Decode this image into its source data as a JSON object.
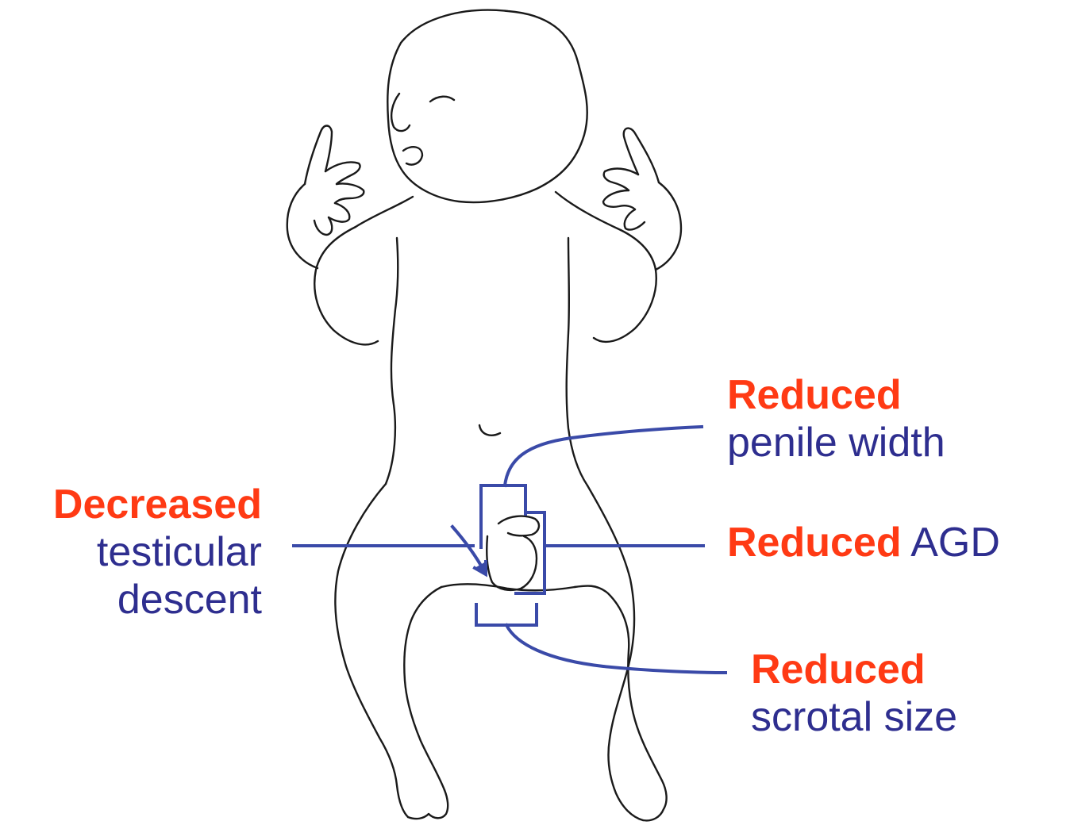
{
  "colors": {
    "outline": "#1a1a1a",
    "annotation_line": "#3a4aa8",
    "emphasis_text": "#ff3a14",
    "body_text": "#2e2e8f"
  },
  "labels": {
    "penile_width": {
      "emphasis": "Reduced",
      "rest": "penile width"
    },
    "agd": {
      "emphasis": "Reduced",
      "rest": "AGD"
    },
    "scrotal_size": {
      "emphasis": "Reduced",
      "rest": "scrotal size"
    },
    "testicular_descent": {
      "emphasis": "Decreased",
      "rest_line1": "testicular",
      "rest_line2": "descent"
    }
  },
  "icons": {
    "figure": "infant-outline-icon"
  }
}
